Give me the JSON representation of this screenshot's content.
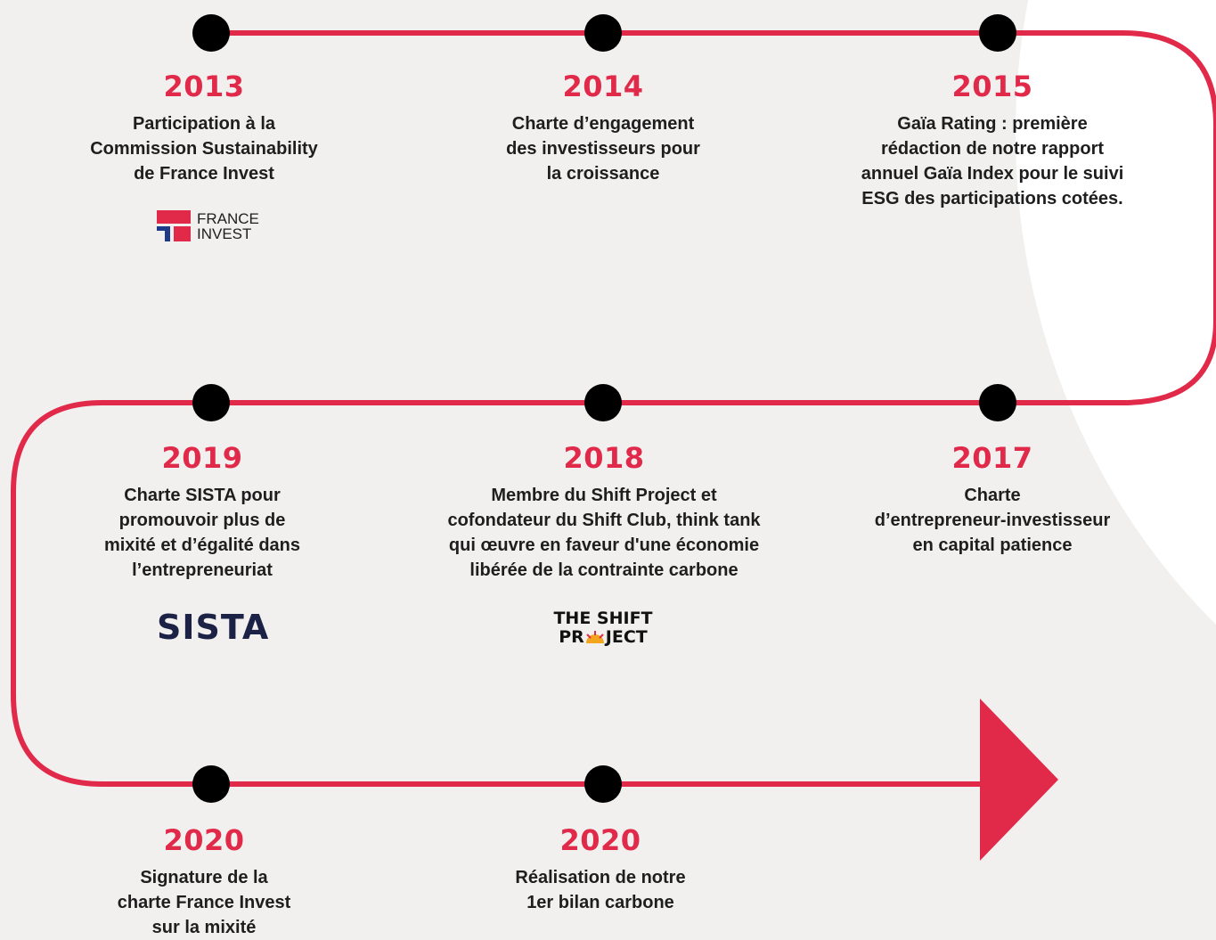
{
  "colors": {
    "track": "#e1294a",
    "dot": "#000000",
    "year": "#e1294a",
    "text": "#1e1e1e",
    "background": "#f1f0ef"
  },
  "events": [
    {
      "year": "2013",
      "lines": [
        "Participation à la",
        "Commission Sustainability",
        "de France Invest"
      ]
    },
    {
      "year": "2014",
      "lines": [
        "Charte d’engagement",
        "des investisseurs pour",
        "la croissance"
      ]
    },
    {
      "year": "2015",
      "lines": [
        "Gaïa Rating : première",
        "rédaction de notre rapport",
        "annuel Gaïa Index pour le suivi",
        "ESG des participations cotées."
      ]
    },
    {
      "year": "2019",
      "lines": [
        "Charte SISTA pour",
        "promouvoir plus de",
        "mixité et d’égalité dans",
        "l’entrepreneuriat"
      ]
    },
    {
      "year": "2018",
      "lines": [
        "Membre du Shift Project et",
        "cofondateur du Shift Club, think tank",
        "qui œuvre en faveur d'une économie",
        "libérée de la contrainte carbone"
      ]
    },
    {
      "year": "2017",
      "lines": [
        "Charte",
        "d’entrepreneur-investisseur",
        "en capital patience"
      ]
    },
    {
      "year": "2020",
      "lines": [
        "Signature de la",
        "charte France Invest",
        "sur la mixité"
      ]
    },
    {
      "year": "2020",
      "lines": [
        "Réalisation de notre",
        "1er bilan carbone"
      ]
    }
  ],
  "logos": {
    "france_invest": {
      "line1": "FRANCE",
      "line2": "INVEST",
      "icon": "france-invest-flag-icon"
    },
    "sista": {
      "text": "SISTA"
    },
    "shift_project": {
      "line1": "THE SHIFT",
      "line2_a": "PR",
      "line2_b": "JECT",
      "icon": "sun-rays-icon"
    }
  }
}
